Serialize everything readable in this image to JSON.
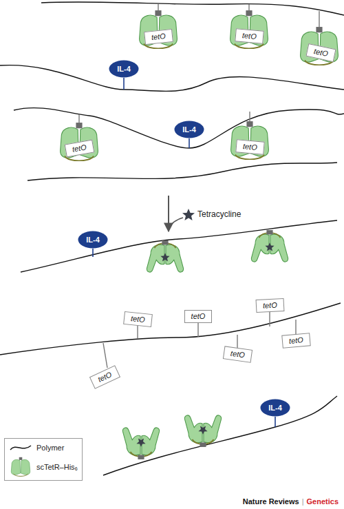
{
  "diagram": {
    "nodes": [
      {
        "text": [
          "tetO"
        ]
      },
      {
        "text": [
          "tetO"
        ]
      },
      {
        "text": [
          "tetO"
        ]
      },
      {
        "text": [
          "IL-4"
        ]
      },
      {
        "text": [
          "tetO"
        ]
      },
      {
        "text": [
          "IL-4"
        ]
      },
      {
        "text": [
          "tetO"
        ]
      },
      {
        "text": [
          "IL-4"
        ]
      },
      {
        "text": [
          "tetO"
        ]
      },
      {
        "text": [
          "tetO"
        ]
      },
      {
        "text": [
          "tetO"
        ]
      },
      {
        "text": [
          "tetO"
        ]
      },
      {
        "text": [
          "tetO"
        ]
      },
      {
        "text": [
          "tetO"
        ]
      },
      {
        "text": [
          "IL-4"
        ]
      }
    ],
    "labels": [
      "Tetracycline",
      "Nature Reviews",
      "|",
      "Genetics"
    ],
    "legend": [
      {
        "text": "Polymer"
      },
      {
        "text": "scTetR–His₆"
      }
    ]
  }
}
